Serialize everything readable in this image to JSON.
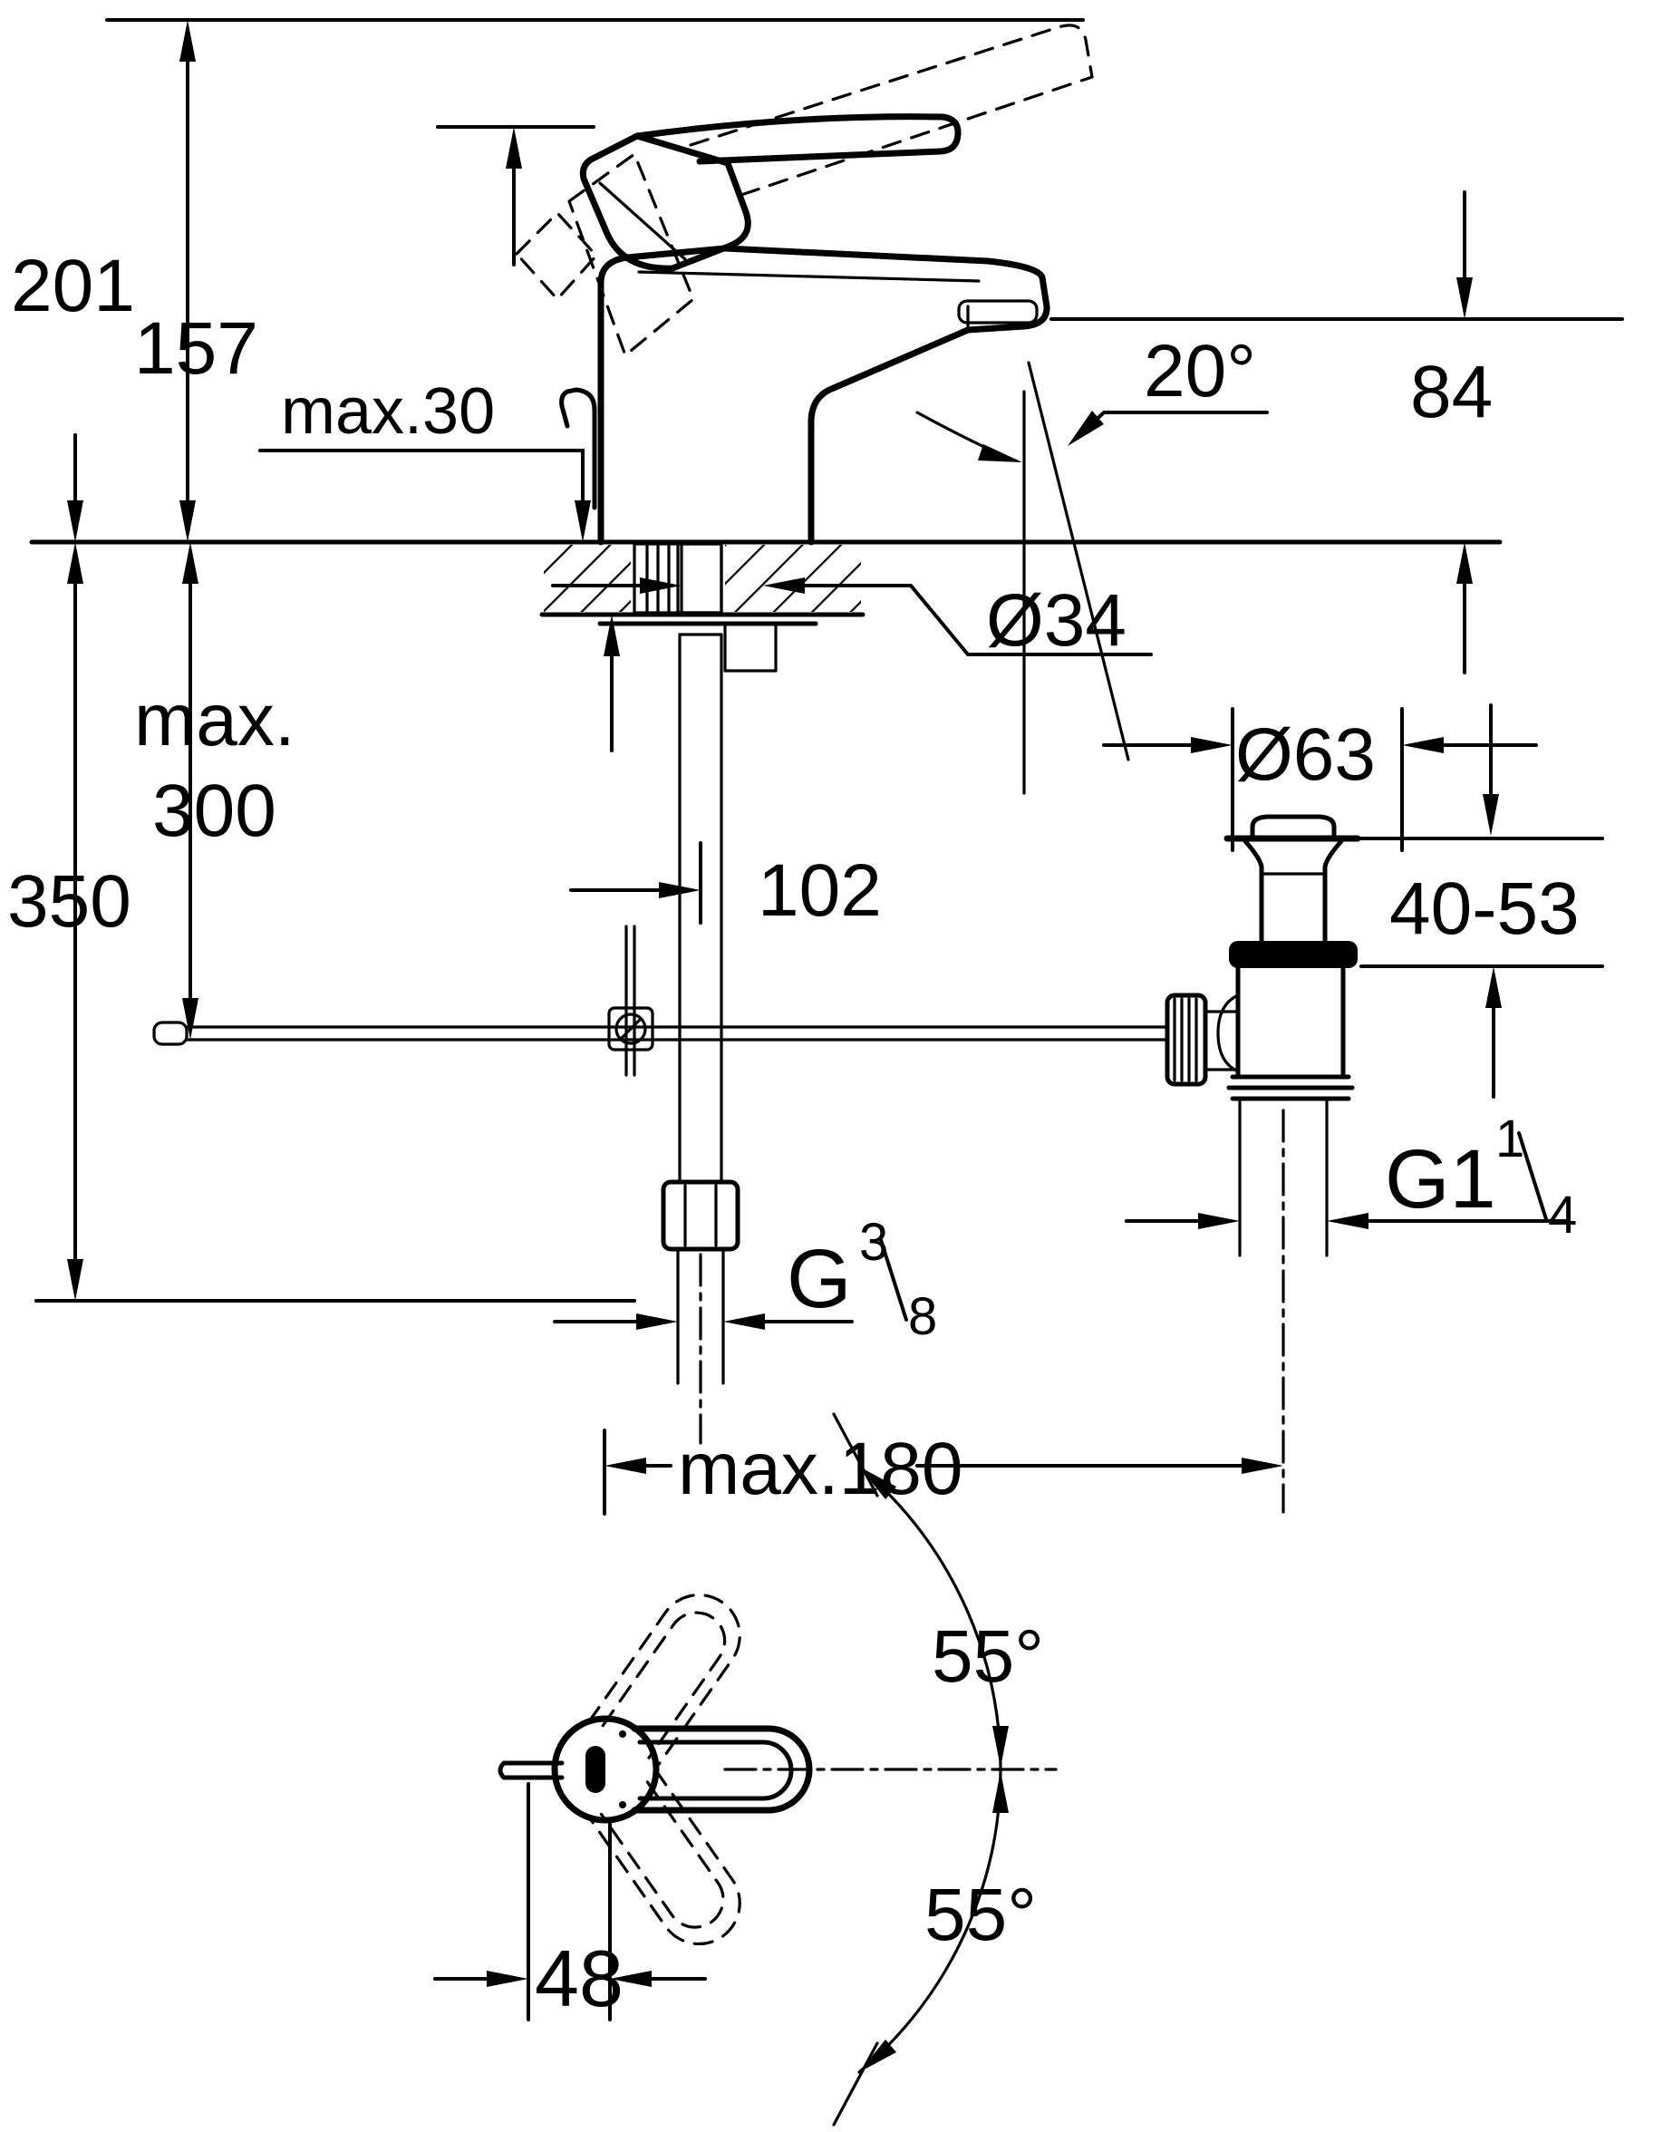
{
  "drawing": {
    "type": "technical-dimension-drawing",
    "subject": "single-lever basin mixer with pop-up waste, front view and plan view",
    "colors": {
      "line": "#000000",
      "background": "#ffffff"
    },
    "labels": {
      "height_open": "201",
      "height_closed": "157",
      "deck_thickness": "max.30",
      "spout_angle": "20°",
      "spout_to_deck": "84",
      "hole_diameter": "Ø34",
      "hose_max_word": "max.",
      "hose_max_value": "300",
      "hose_total": "350",
      "waste_flange_diameter": "Ø63",
      "spout_reach": "102",
      "basin_clamp_range": "40-53",
      "waste_thread_main": "G1",
      "waste_thread_sup": "1",
      "waste_thread_slash": "/",
      "waste_thread_sub": "4",
      "hose_thread_main": "G",
      "hose_thread_sup": "3",
      "hose_thread_slash": "/",
      "hose_thread_sub": "8",
      "tap_to_waste": "max.180",
      "swivel_upper": "55°",
      "swivel_lower": "55°",
      "rod_offset": "48"
    }
  }
}
